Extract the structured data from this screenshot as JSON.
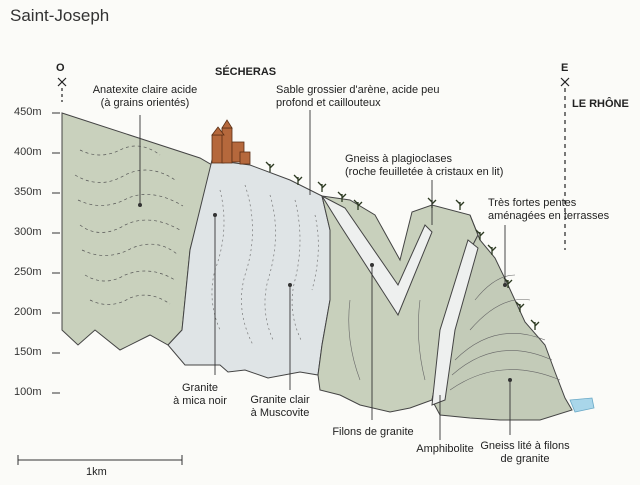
{
  "title": "Saint-Joseph",
  "orientation": {
    "west": "O",
    "east": "E"
  },
  "places": {
    "village": "SÉCHERAS",
    "river": "LE RHÔNE"
  },
  "altitude_ticks": [
    "450m",
    "400m",
    "350m",
    "300m",
    "250m",
    "200m",
    "150m",
    "100m"
  ],
  "scale_label": "1km",
  "labels": {
    "anatexite": [
      "Anatexite claire acide",
      "(à grains orientés)"
    ],
    "sable": [
      "Sable grossier d'arène, acide peu",
      "profond et caillouteux"
    ],
    "gneiss_plagio": [
      "Gneiss à plagioclases",
      "(roche feuilletée à cristaux en lit)"
    ],
    "pentes": [
      "Très fortes pentes",
      "aménagées en terrasses"
    ],
    "granite_mica": [
      "Granite",
      "à mica noir"
    ],
    "granite_clair": [
      "Granite clair",
      "à Muscovite"
    ],
    "filons": [
      "Filons de granite"
    ],
    "amphibolite": [
      "Amphibolite"
    ],
    "gneiss_lite": [
      "Gneiss lité à filons",
      "de granite"
    ]
  },
  "colors": {
    "anatexite": "#c9d1bd",
    "granite_clair": "#dfe4e6",
    "gneiss": "#c8d0bc",
    "filon": "#eef0ef",
    "water": "#a9d6ea",
    "building": "#b5683c"
  }
}
